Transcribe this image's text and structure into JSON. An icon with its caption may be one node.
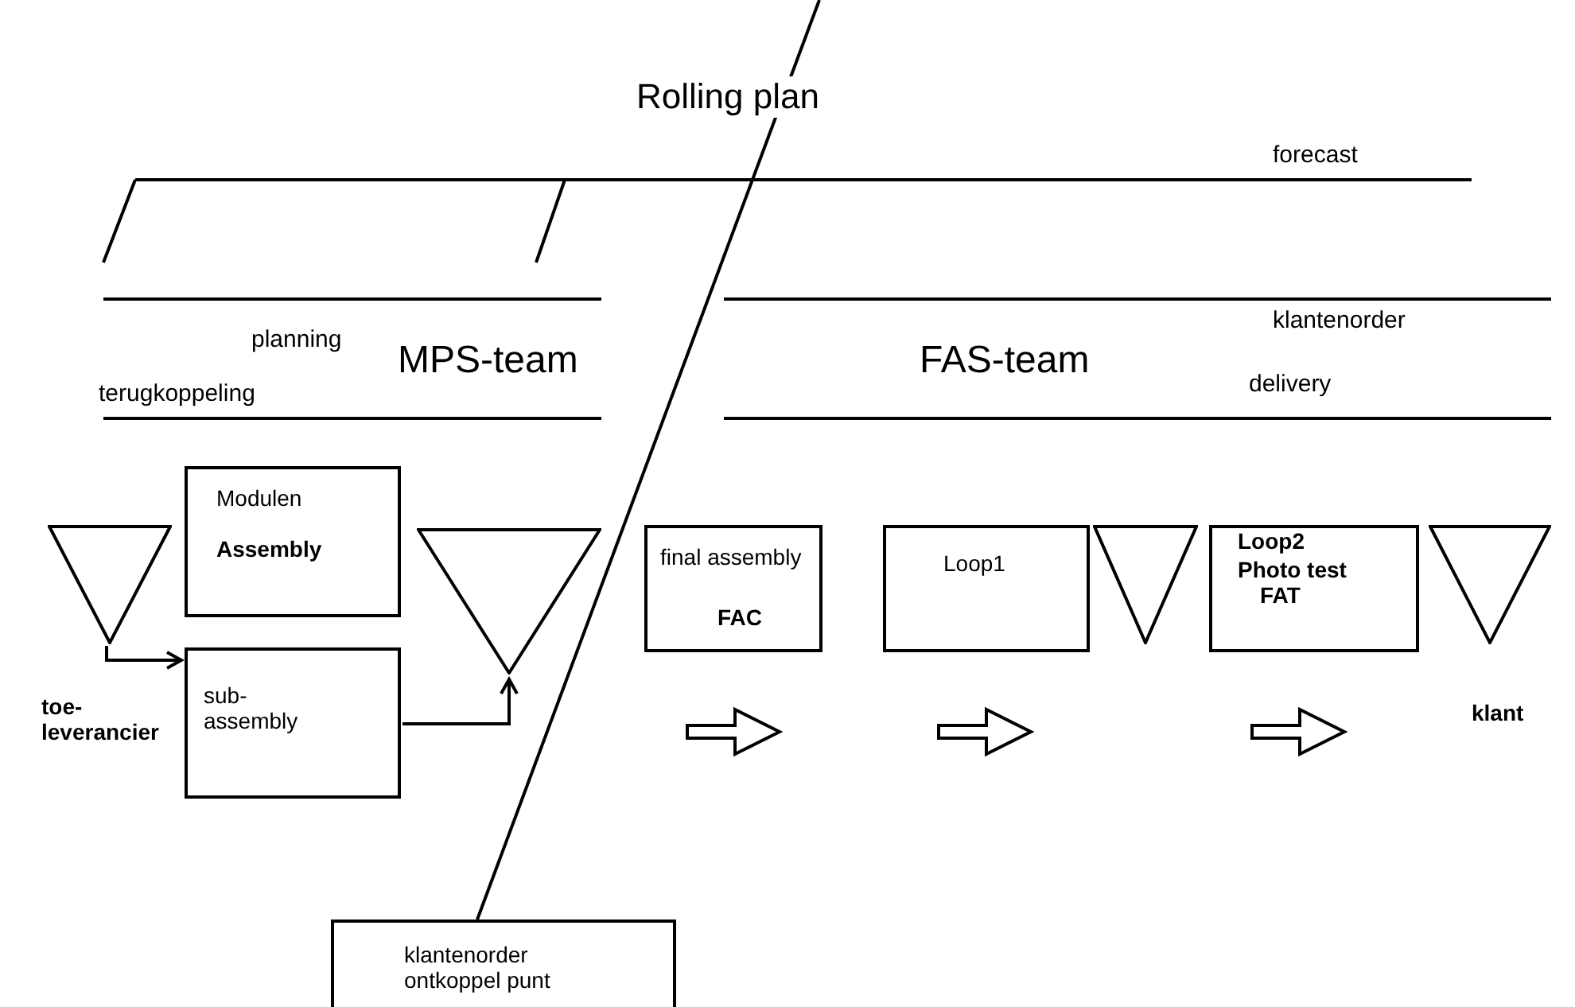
{
  "diagram": {
    "title": "Rolling plan",
    "nodes": [
      {
        "text": [],
        "shape": "triangle"
      },
      {
        "text": [
          "Modulen",
          "Assembly"
        ]
      },
      {
        "text": [
          "sub-assembly"
        ]
      },
      {
        "text": [],
        "shape": "triangle"
      },
      {
        "text": [
          "final assembly",
          "FAC"
        ]
      },
      {
        "text": [
          "Loop1"
        ]
      },
      {
        "text": [],
        "shape": "triangle"
      },
      {
        "text": [
          "Loop2",
          "Photo test",
          "FAT"
        ]
      },
      {
        "text": [],
        "shape": "triangle",
        "beside": [
          "klant"
        ]
      },
      {
        "text": [
          "klantenorder ontkoppel punt"
        ]
      }
    ],
    "edges": [
      {
        "from": 0,
        "to": 2,
        "arrow": "to"
      },
      {
        "from": 2,
        "to": 3,
        "arrow": "to"
      },
      {
        "from": 9,
        "to": null,
        "arrow": "none"
      }
    ],
    "labels": [
      "forecast",
      "klantenorder",
      "planning",
      "MPS-team",
      "FAS-team",
      "delivery",
      "terugkoppeling",
      "toe-leverancier"
    ]
  }
}
